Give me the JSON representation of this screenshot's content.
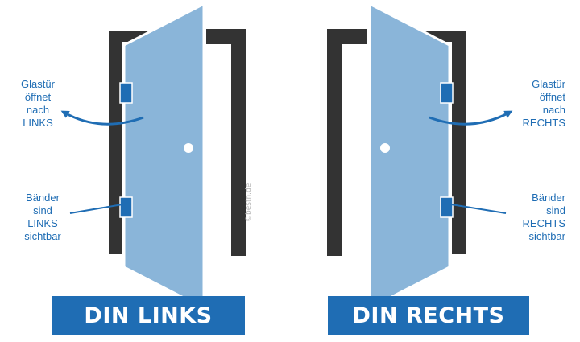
{
  "left_panel": {
    "label_opens": [
      "Glastür",
      "öffnet",
      "nach",
      "LINKS"
    ],
    "label_hinges": [
      "Bänder",
      "sind",
      "LINKS",
      "sichtbar"
    ],
    "banner": "DIN LINKS"
  },
  "right_panel": {
    "label_opens": [
      "Glastür",
      "öffnet",
      "nach",
      "RECHTS"
    ],
    "label_hinges": [
      "Bänder",
      "sind",
      "RECHTS",
      "sichtbar"
    ],
    "banner": "DIN RECHTS"
  },
  "watermark": "©bestn.de",
  "colors": {
    "frame": "#333333",
    "glass": "#8ab5d9",
    "accent": "#1f6db4",
    "hinge": "#1f6db4"
  }
}
